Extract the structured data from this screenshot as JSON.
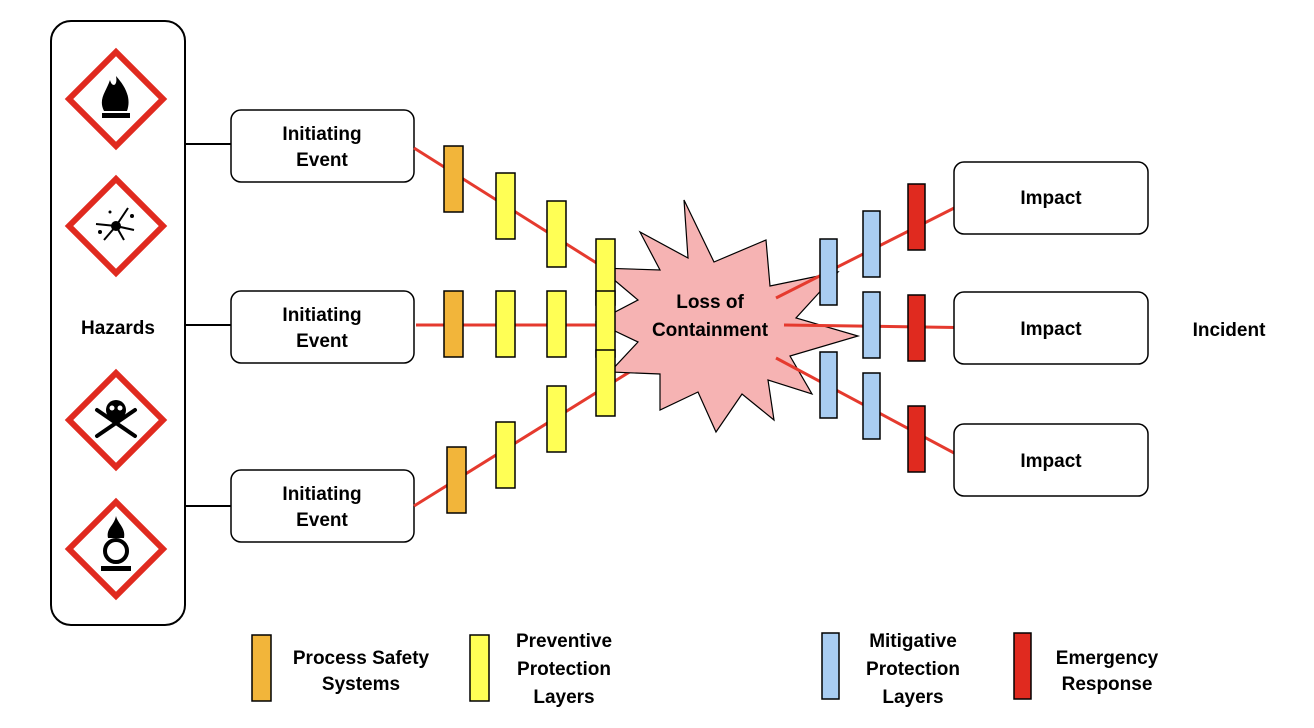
{
  "hazards": {
    "label": "Hazards",
    "icons": [
      "flammable-icon",
      "explosive-icon",
      "toxic-icon",
      "oxidizer-icon"
    ]
  },
  "initiating_events": [
    {
      "line1": "Initiating",
      "line2": "Event"
    },
    {
      "line1": "Initiating",
      "line2": "Event"
    },
    {
      "line1": "Initiating",
      "line2": "Event"
    }
  ],
  "center": {
    "line1": "Loss of",
    "line2": "Containment"
  },
  "impacts": [
    {
      "label": "Impact"
    },
    {
      "label": "Impact"
    },
    {
      "label": "Impact"
    }
  ],
  "incident_label": "Incident",
  "legend": [
    {
      "line1": "Process Safety",
      "line2": "Systems",
      "line3": "",
      "color": "#f2b53a"
    },
    {
      "line1": "Preventive",
      "line2": "Protection",
      "line3": "Layers",
      "color": "#ffff55"
    },
    {
      "line1": "Mitigative",
      "line2": "Protection",
      "line3": "Layers",
      "color": "#a9cdf2"
    },
    {
      "line1": "Emergency",
      "line2": "Response",
      "line3": "",
      "color": "#e02a1f"
    }
  ],
  "colors": {
    "arrow": "#e53a2e",
    "burst_fill": "#f6b3b3",
    "hazard_border": "#e02a1f",
    "process_safety": "#f2b53a",
    "preventive": "#ffff55",
    "mitigative": "#a9cdf2",
    "emergency": "#e02a1f"
  }
}
